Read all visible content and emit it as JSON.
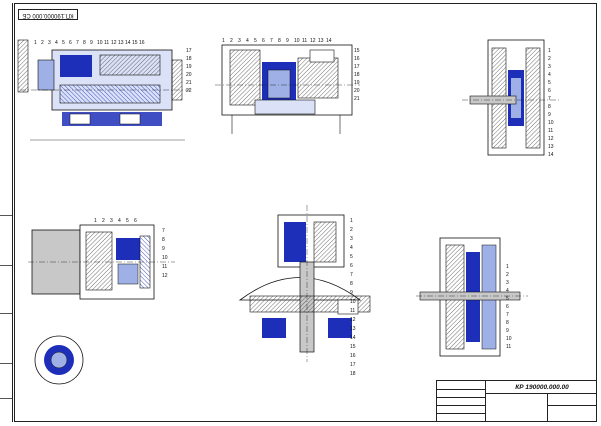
{
  "sheet": {
    "stamp": "КП.190000.000 СБ",
    "title_block": {
      "drawing_code": "КР 190000.000.00",
      "title": "",
      "group": ""
    }
  },
  "callout_sets": {
    "panel1": [
      "1",
      "2",
      "3",
      "4",
      "5",
      "6",
      "7",
      "8",
      "9",
      "10",
      "11",
      "12",
      "13",
      "14",
      "15",
      "16",
      "17",
      "18",
      "19",
      "20",
      "21",
      "22"
    ],
    "panel2": [
      "1",
      "2",
      "3",
      "4",
      "5",
      "6",
      "7",
      "8",
      "9",
      "10",
      "11",
      "12",
      "13",
      "14",
      "15",
      "16",
      "17",
      "18",
      "19",
      "20",
      "21"
    ],
    "panel3": [
      "1",
      "2",
      "3",
      "4",
      "5",
      "6",
      "7",
      "8",
      "9",
      "10",
      "11",
      "12",
      "13",
      "14"
    ],
    "panel4": [
      "1",
      "2",
      "3",
      "4",
      "5",
      "6",
      "7",
      "8",
      "9",
      "10",
      "11",
      "12"
    ],
    "panel5": [
      "1",
      "2",
      "3",
      "4",
      "5",
      "6",
      "7",
      "8",
      "9",
      "10",
      "11",
      "12",
      "13",
      "14",
      "15",
      "16",
      "17",
      "18"
    ],
    "panel6": [
      "1",
      "2",
      "3",
      "4",
      "5",
      "6",
      "7",
      "8",
      "9",
      "10",
      "11"
    ]
  },
  "colors": {
    "ink": "#111111",
    "section_fill": "#1d2fb8",
    "part_fill": "#9fb0e6",
    "shaft_fill": "#c8c8c8",
    "hatch": "#333333"
  }
}
